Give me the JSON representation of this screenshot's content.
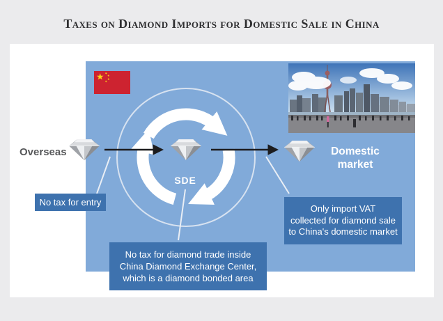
{
  "title": "Taxes on Diamond Imports for Domestic Sale in China",
  "diagram": {
    "overseas_label": "Overseas",
    "domestic_market_lines": [
      "Domestic",
      "market"
    ],
    "sde_label": "SDE",
    "callouts": {
      "entry": "No tax for entry",
      "sde_lines": [
        "No tax for diamond trade inside",
        "China Diamond Exchange Center,",
        "which is a diamond bonded area"
      ],
      "vat_lines": [
        "Only import VAT",
        "collected for diamond sale",
        "to China's domestic market"
      ]
    },
    "icons": {
      "china-flag-icon": "flag of China",
      "shanghai-skyline-photo": "Shanghai Bund skyline photo",
      "diamond-icon": "cut diamond gem (x3)",
      "cycle-arrows-icon": "three white circular recycle arrows",
      "sde-circle-ring": "light circle outline around SDE",
      "flow-arrow-icon": "black right arrows between diamonds"
    },
    "colors": {
      "background": "#ebebed",
      "panel": "#ffffff",
      "china_blue": "#81aad9",
      "callout_blue": "#3e72ae",
      "flag_red": "#cd2330",
      "flag_yellow": "#f9d616",
      "title_text": "#2e2e30"
    }
  }
}
